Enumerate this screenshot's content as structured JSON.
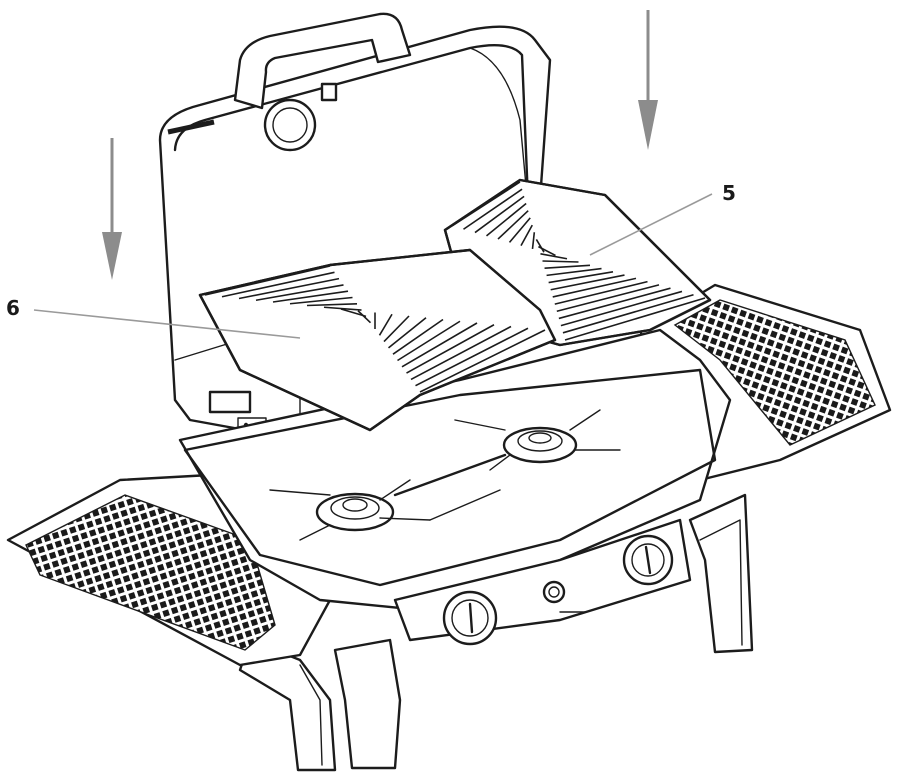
{
  "callouts": [
    {
      "id": "5",
      "label": "5"
    },
    {
      "id": "6",
      "label": "6"
    }
  ],
  "colors": {
    "line": "#1c1c1c",
    "arrow": "#8c8c8c",
    "leader": "#9a9a9a",
    "background": "#ffffff"
  }
}
